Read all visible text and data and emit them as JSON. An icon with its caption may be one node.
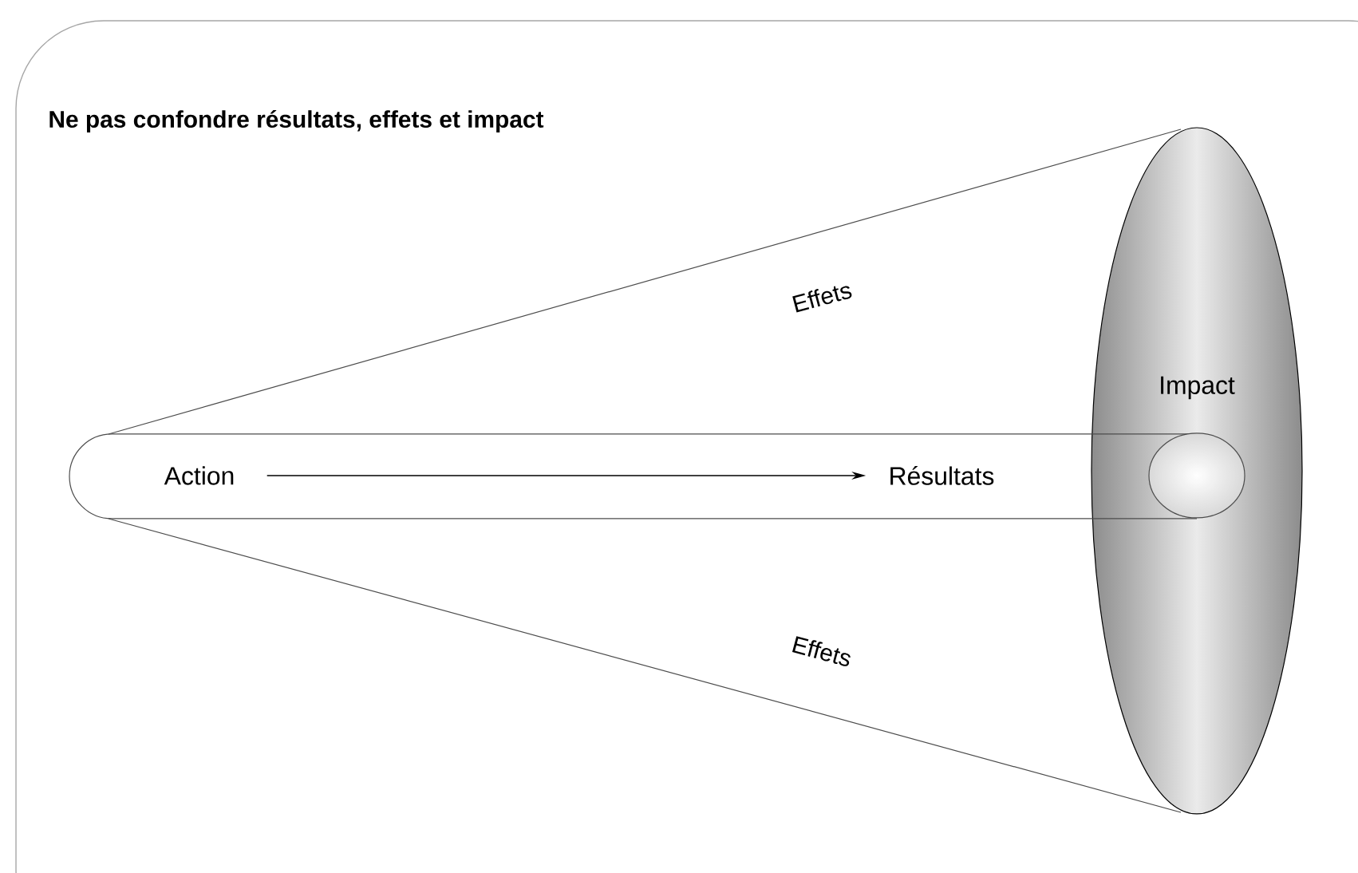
{
  "diagram": {
    "title": "Ne pas confondre résultats, effets et impact",
    "nodes": [
      {
        "text": [
          "Action"
        ]
      },
      {
        "text": [
          "Résultats"
        ]
      },
      {
        "text": [
          "Impact"
        ]
      }
    ],
    "edges": [
      {
        "from": 0,
        "to": 1,
        "arrow": "to"
      }
    ],
    "labels": [
      "Effets",
      "Effets"
    ]
  }
}
